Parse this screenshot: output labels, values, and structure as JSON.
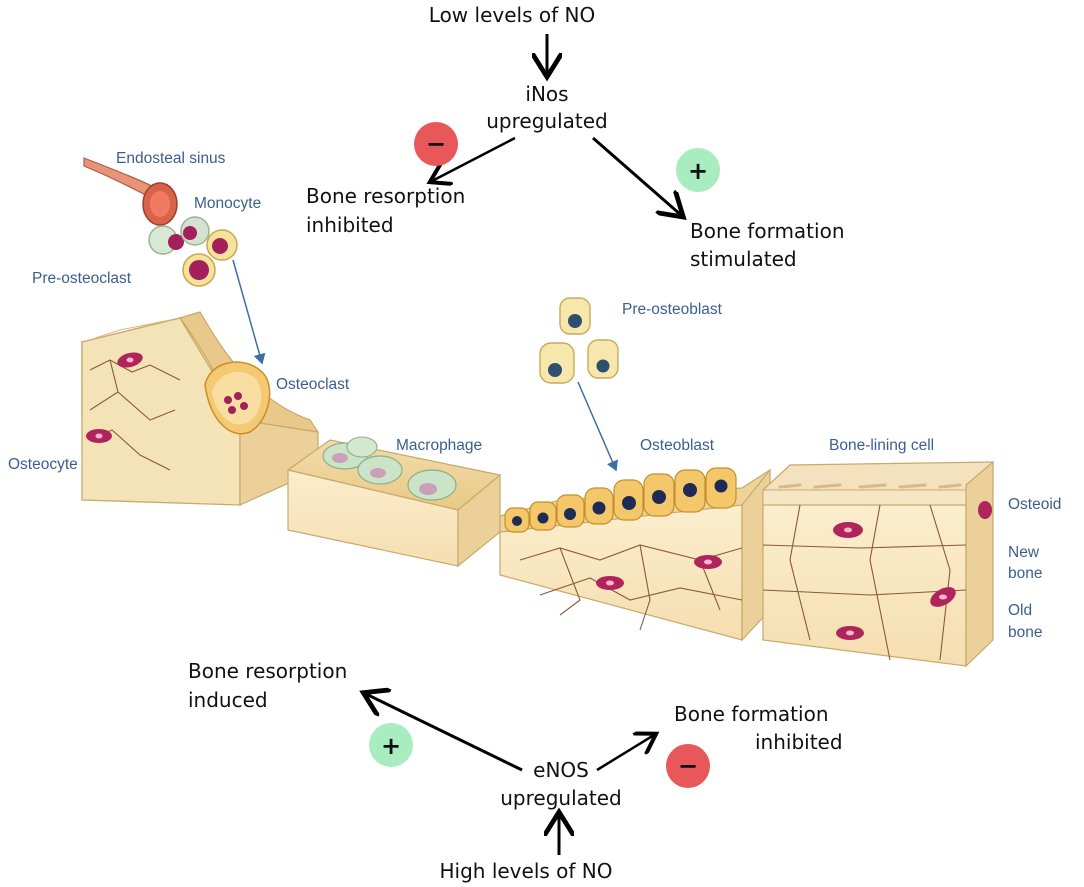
{
  "top": {
    "trigger": "Low levels of NO",
    "enzyme_line1": "iNos",
    "enzyme_line2": "upregulated",
    "left_effect_line1": "Bone resorption",
    "left_effect_line2": "inhibited",
    "left_sign": "−",
    "right_effect_line1": "Bone formation",
    "right_effect_line2": "stimulated",
    "right_sign": "+"
  },
  "bottom": {
    "trigger": "High levels of NO",
    "enzyme_line1": "eNOS",
    "enzyme_line2": "upregulated",
    "left_effect_line1": "Bone resorption",
    "left_effect_line2": "induced",
    "left_sign": "+",
    "right_effect_line1": "Bone formation",
    "right_effect_line2": "inhibited",
    "right_sign": "−"
  },
  "labels": {
    "endosteal_sinus": "Endosteal sinus",
    "monocyte": "Monocyte",
    "pre_osteoclast": "Pre-osteoclast",
    "osteoclast": "Osteoclast",
    "osteocyte": "Osteocyte",
    "macrophage": "Macrophage",
    "pre_osteoblast": "Pre-osteoblast",
    "osteoblast": "Osteoblast",
    "bone_lining_cell": "Bone-lining cell",
    "osteoid": "Osteoid",
    "new_bone_1": "New",
    "new_bone_2": "bone",
    "old_bone_1": "Old",
    "old_bone_2": "bone"
  },
  "colors": {
    "minus_badge": "#e8575a",
    "plus_badge": "#a8ecbf",
    "label_blue": "#3a5f8f",
    "bone": "#f7e4b5",
    "bone_edge": "#c9a96a",
    "osteocyte": "#b0245c"
  }
}
